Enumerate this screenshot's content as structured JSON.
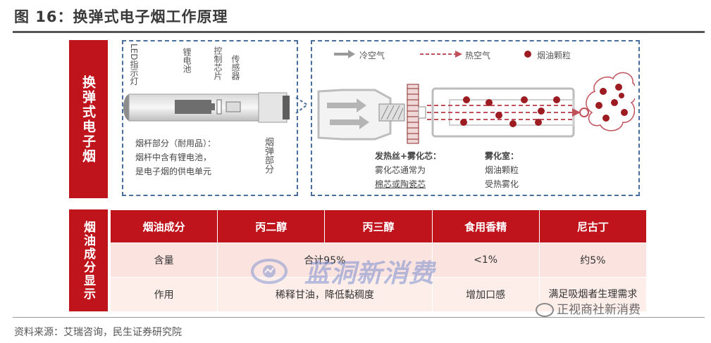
{
  "title": "图 16：换弹式电子烟工作原理",
  "side_label_top": "换弹式电子烟",
  "side_label_bottom": "烟油成分显示",
  "device": {
    "led_label": "LED指示灯",
    "battery_label": "锂电池",
    "chip_label": "控制芯片",
    "sensor_label": "传感器",
    "rod_title": "烟杆部分（耐用品）：",
    "rod_desc1": "烟杆中含有锂电池，",
    "rod_desc2": "是电子烟的供电单元",
    "pod_label": "烟弹部分"
  },
  "legend": {
    "cold_air": "冷空气",
    "hot_air": "热空气",
    "particles": "烟油颗粒"
  },
  "atomizer": {
    "heater_title": "发热丝+雾化芯：",
    "heater_desc1": "雾化芯通常为",
    "heater_desc2": "棉芯或陶瓷芯",
    "chamber_title": "雾化室：",
    "chamber_desc1": "烟油颗粒",
    "chamber_desc2": "受热雾化"
  },
  "table": {
    "headers": [
      "烟油成分",
      "丙二醇",
      "丙三醇",
      "食用香精",
      "尼古丁"
    ],
    "rows": [
      [
        "含量",
        "合计95%",
        "<1%",
        "约5%"
      ],
      [
        "作用",
        "稀释甘油，降低黏稠度",
        "增加口感",
        "满足吸烟者生理需求"
      ]
    ]
  },
  "source": "资料来源：艾瑞咨询，民生证券研究院",
  "watermark": "蓝洞新消费",
  "watermark2": "正视商社新消费",
  "colors": {
    "accent_red": "#c0141c",
    "dash_blue": "#4a6e9b",
    "cell_pink": "#fbe3df",
    "particle_red": "#9c1c22"
  }
}
